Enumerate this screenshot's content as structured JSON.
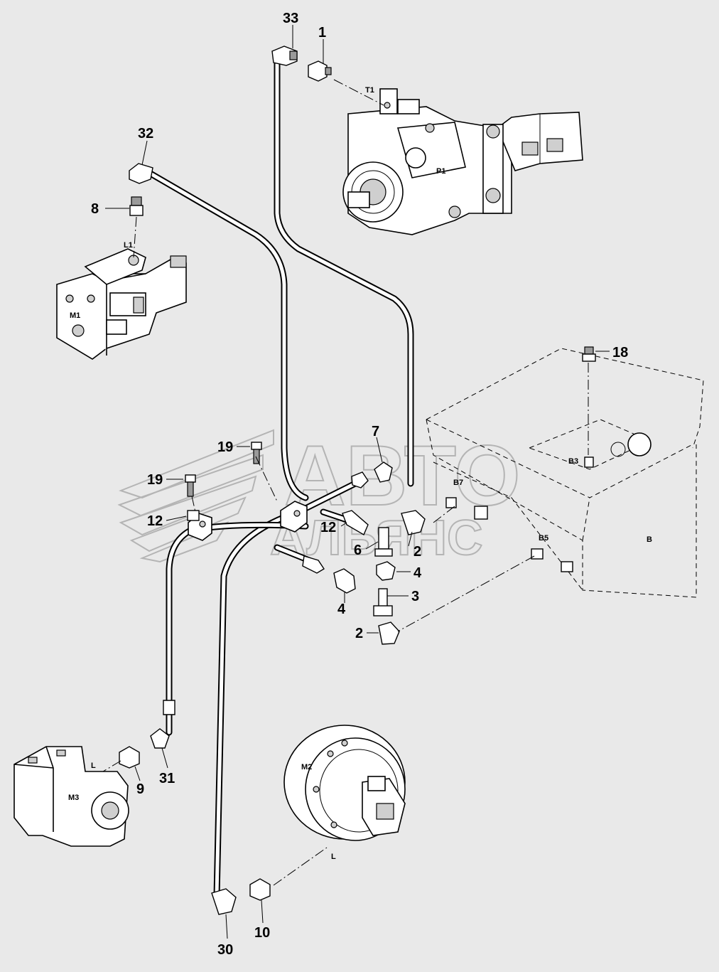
{
  "watermark": {
    "line1": "АВТО",
    "line2": "АЛЬЯНС"
  },
  "components": {
    "pump": "P1",
    "pump_port": "T1",
    "motor_m1": "M1",
    "motor_m1_port": "L1",
    "motor_m2": "M2",
    "motor_m2_port": "L",
    "motor_m3": "M3",
    "motor_m3_port": "L",
    "tank": "B",
    "tank_port_b3": "B3",
    "tank_port_b5": "B5",
    "tank_port_b7": "B7"
  },
  "callouts": {
    "c33": "33",
    "c1": "1",
    "c32": "32",
    "c8": "8",
    "c18": "18",
    "c7": "7",
    "c19a": "19",
    "c19b": "19",
    "c12a": "12",
    "c12b": "12",
    "c6": "6",
    "c2a": "2",
    "c4a": "4",
    "c3": "3",
    "c4b": "4",
    "c2b": "2",
    "c9": "9",
    "c31": "31",
    "c10": "10",
    "c30": "30"
  }
}
